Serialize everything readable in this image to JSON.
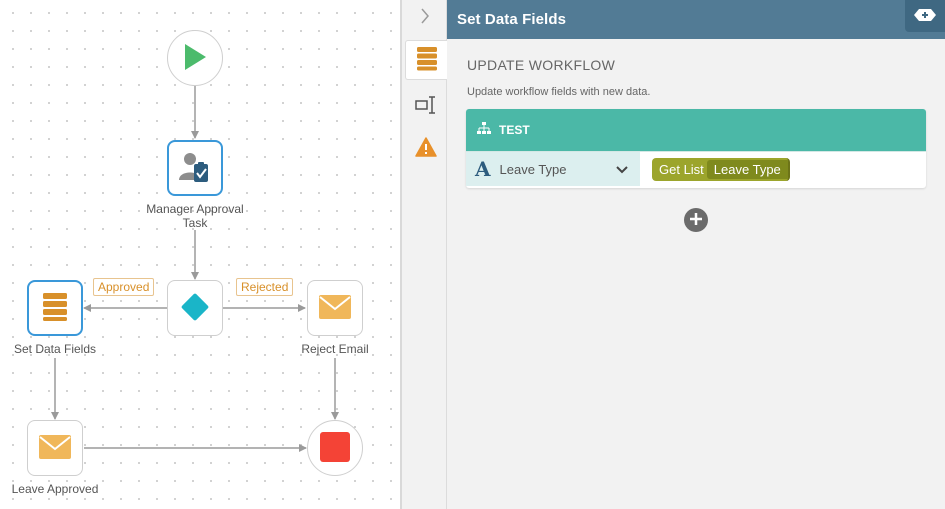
{
  "canvas": {
    "nodes": {
      "start": {
        "icon": "play-icon"
      },
      "manager_approval": {
        "label": "Manager Approval Task",
        "icon": "user-task-icon"
      },
      "decision": {
        "icon": "diamond-icon"
      },
      "set_data_fields": {
        "label": "Set Data Fields",
        "icon": "data-stack-icon"
      },
      "reject_email": {
        "label": "Reject Email",
        "icon": "envelope-icon"
      },
      "leave_approved": {
        "label": "Leave Approved",
        "icon": "envelope-icon"
      },
      "end": {
        "icon": "stop-icon"
      }
    },
    "branches": {
      "approved": "Approved",
      "rejected": "Rejected"
    }
  },
  "rail": {
    "collapse_icon": "chevron-right-icon",
    "items": [
      {
        "icon": "data-stack-icon",
        "active": true
      },
      {
        "icon": "form-field-icon",
        "active": false
      },
      {
        "icon": "warning-icon",
        "active": false
      }
    ]
  },
  "panel": {
    "title": "Set Data Fields",
    "header_button_icon": "plus-tag-icon",
    "section_title": "UPDATE WORKFLOW",
    "section_description": "Update workflow fields with new data.",
    "card": {
      "title": "TEST",
      "icon": "hierarchy-icon",
      "field": {
        "type_glyph": "A",
        "name": "Leave Type"
      },
      "value": {
        "source": "Get List",
        "field": "Leave Type"
      }
    },
    "add_icon": "plus-circle-icon"
  },
  "colors": {
    "panel_header": "#527b95",
    "card_header": "#4bb8a7",
    "token": "#9ca52c",
    "accent_orange": "#d8902a",
    "selection_blue": "#3a98d9",
    "start_green": "#4cbb6c",
    "stop_red": "#f44336",
    "decision_teal": "#1ab5c8"
  }
}
